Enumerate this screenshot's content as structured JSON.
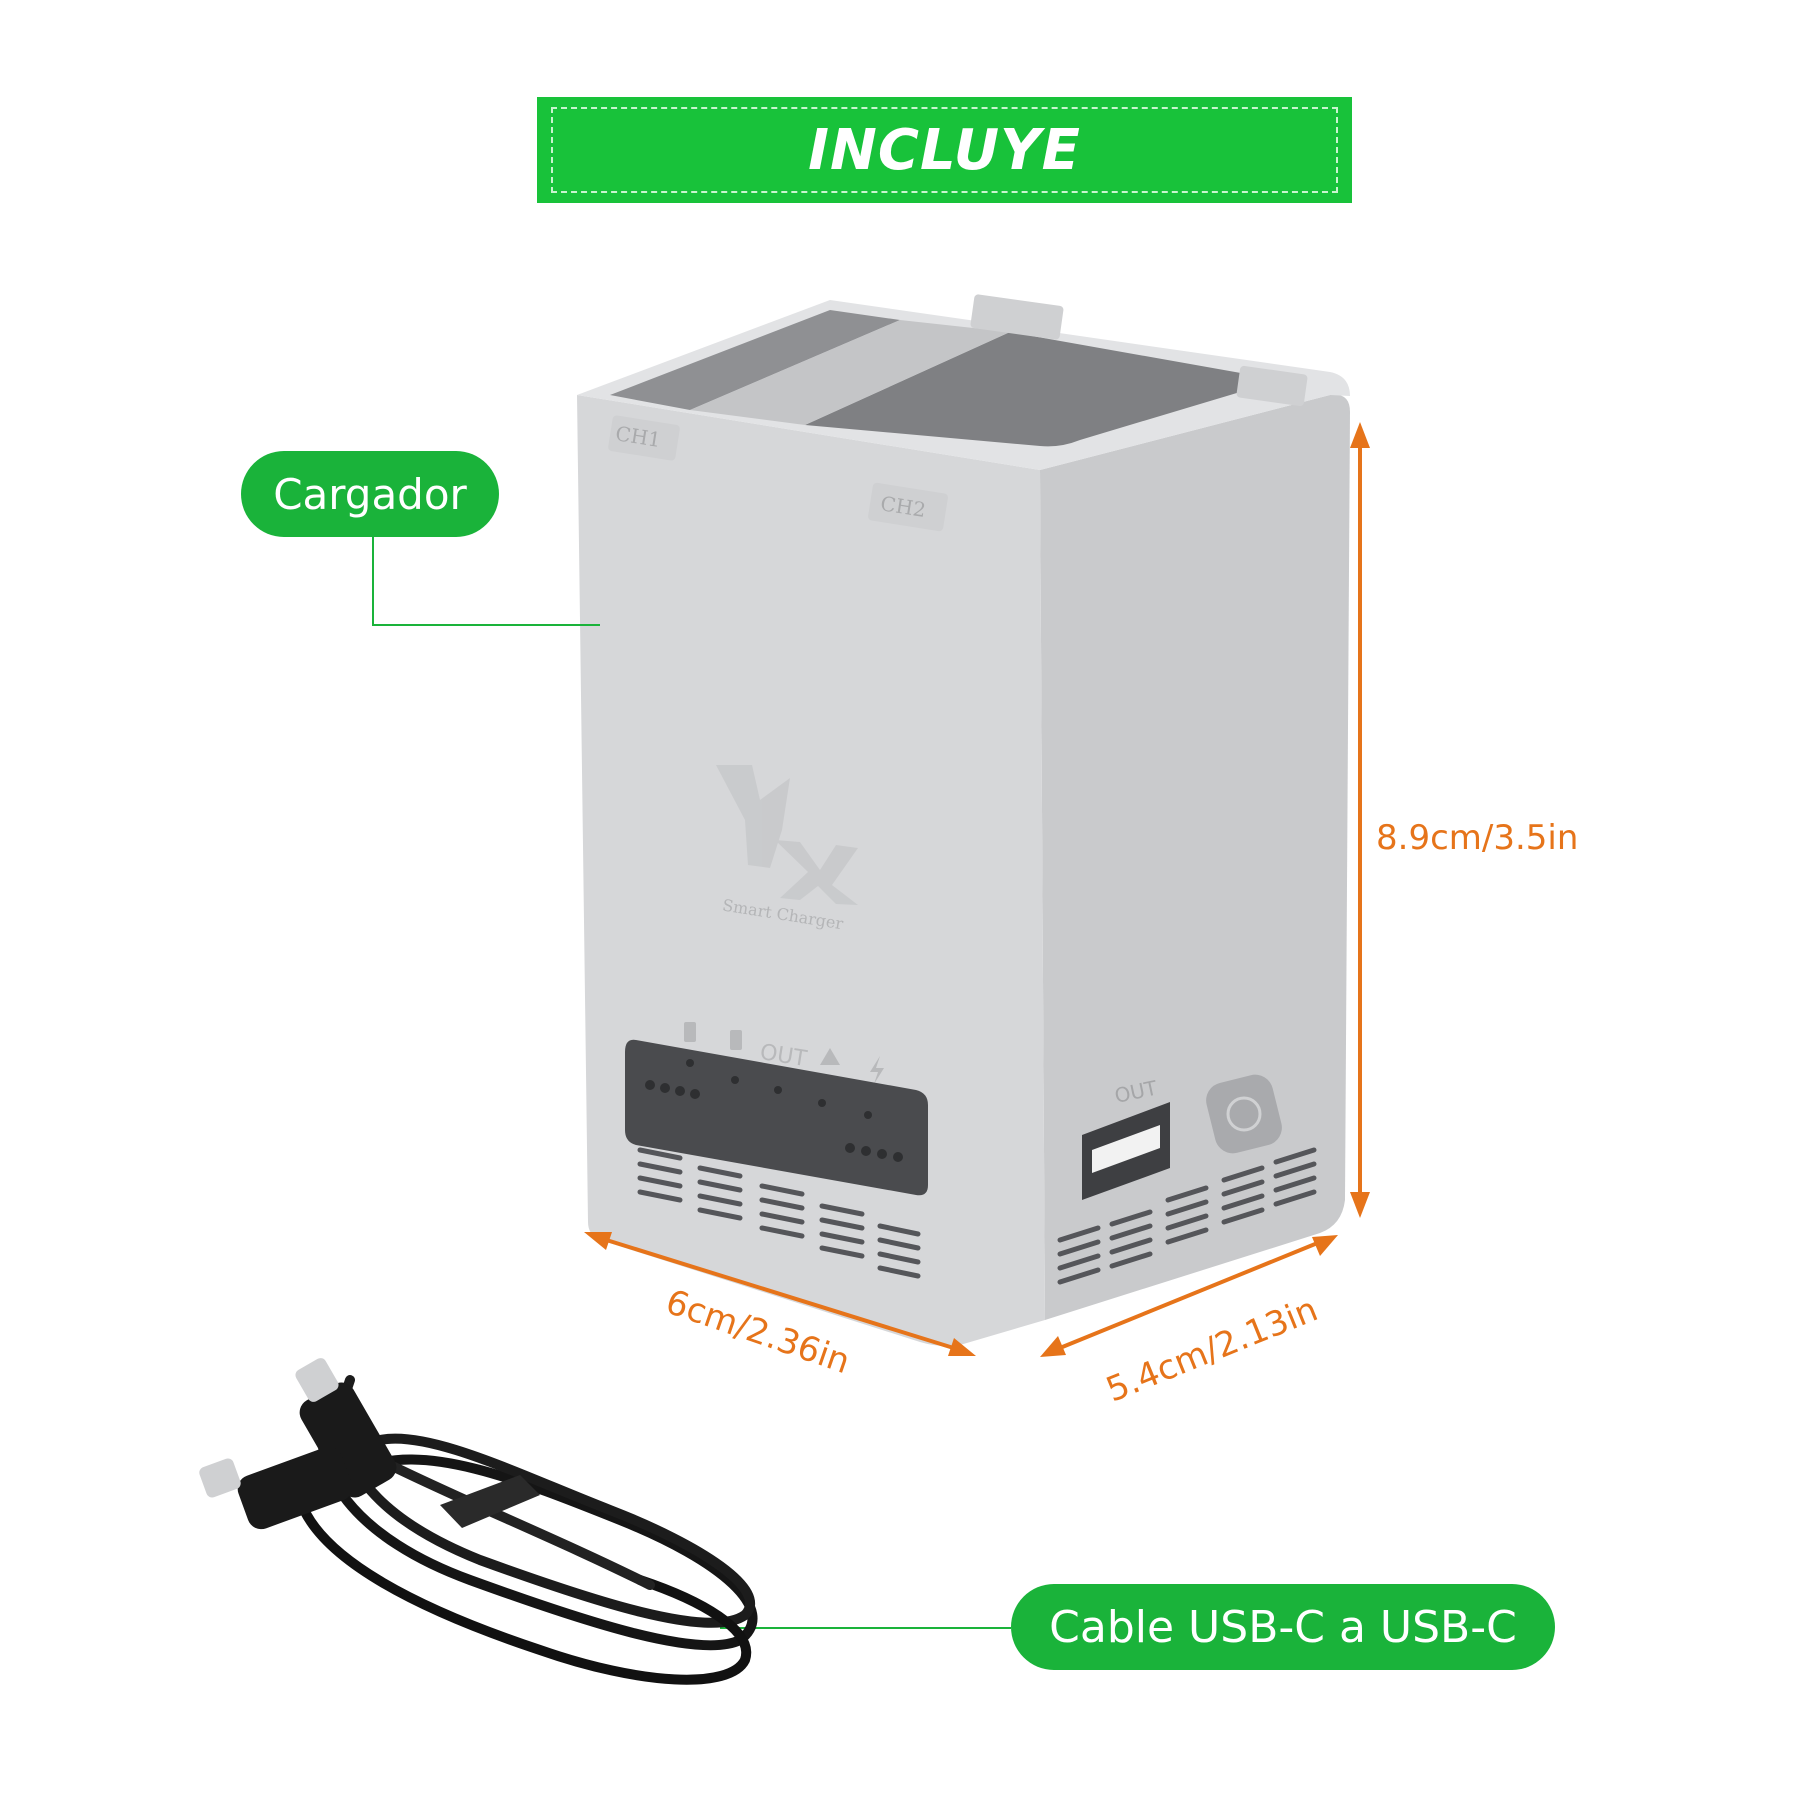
{
  "banner": {
    "title": "INCLUYE"
  },
  "callouts": {
    "charger_label": "Cargador",
    "cable_label": "Cable USB-C a USB-C"
  },
  "dimensions": {
    "height_label": "8.9cm/3.5in",
    "width_label": "6cm/2.36in",
    "depth_label": "5.4cm/2.13in"
  },
  "product_markings": {
    "channel_1": "CH1",
    "channel_2": "CH2",
    "logo_text": "Smart Charger",
    "panel_out": "OUT",
    "port_out": "OUT"
  },
  "colors": {
    "accent_green": "#18c23a",
    "dimension_orange": "#e6741a",
    "charger_gray": "#d3d4d6",
    "cable_black": "#111111"
  }
}
